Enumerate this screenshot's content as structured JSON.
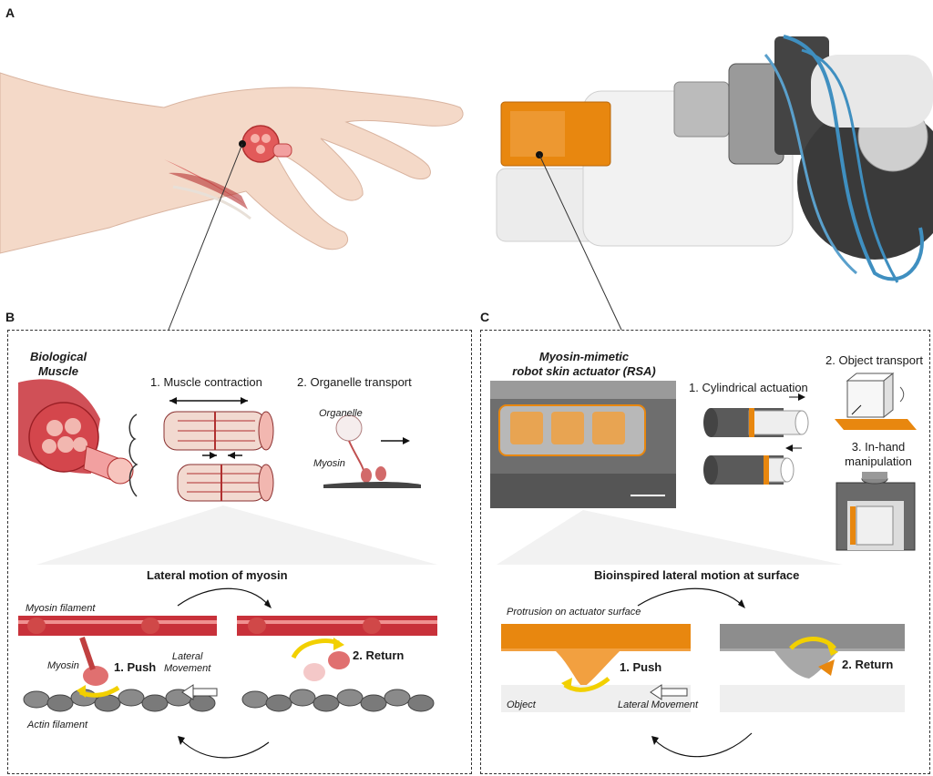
{
  "panels": {
    "a": {
      "letter": "A"
    },
    "b": {
      "letter": "B",
      "biological_muscle": "Biological\nMuscle",
      "step1": "1. Muscle contraction",
      "step2": "2. Organelle transport",
      "organelle": "Organelle",
      "myosin": "Myosin",
      "lateral_title": "Lateral motion of myosin",
      "myosin_filament": "Myosin filament",
      "myosin_label": "Myosin",
      "push": "1. Push",
      "lateral_movement": "Lateral\nMovement",
      "return": "2. Return",
      "actin_filament": "Actin filament"
    },
    "c": {
      "letter": "C",
      "rsa_title": "Myosin-mimetic\nrobot skin actuator (RSA)",
      "cyl": "1. Cylindrical actuation",
      "obj_transport": "2. Object transport",
      "inhand": "3. In-hand\nmanipulation",
      "surface_title": "Bioinspired lateral motion at surface",
      "protrusion": "Protrusion on actuator surface",
      "push": "1. Push",
      "return": "2. Return",
      "object": "Object",
      "lateral_movement": "Lateral Movement"
    }
  },
  "colors": {
    "muscle_red": "#c8313a",
    "muscle_light": "#f2b7b0",
    "actuator_orange": "#e8870f",
    "arrow_yellow": "#f2d000",
    "actin_gray": "#6d6d6d"
  },
  "icons": [
    "hand-illustration",
    "robot-gripper-photo",
    "muscle-bundle-icon",
    "sarcomere-icon",
    "myosin-icon",
    "rsa-photo",
    "cylinder-icon",
    "cube-icon",
    "gripper-box-icon"
  ]
}
